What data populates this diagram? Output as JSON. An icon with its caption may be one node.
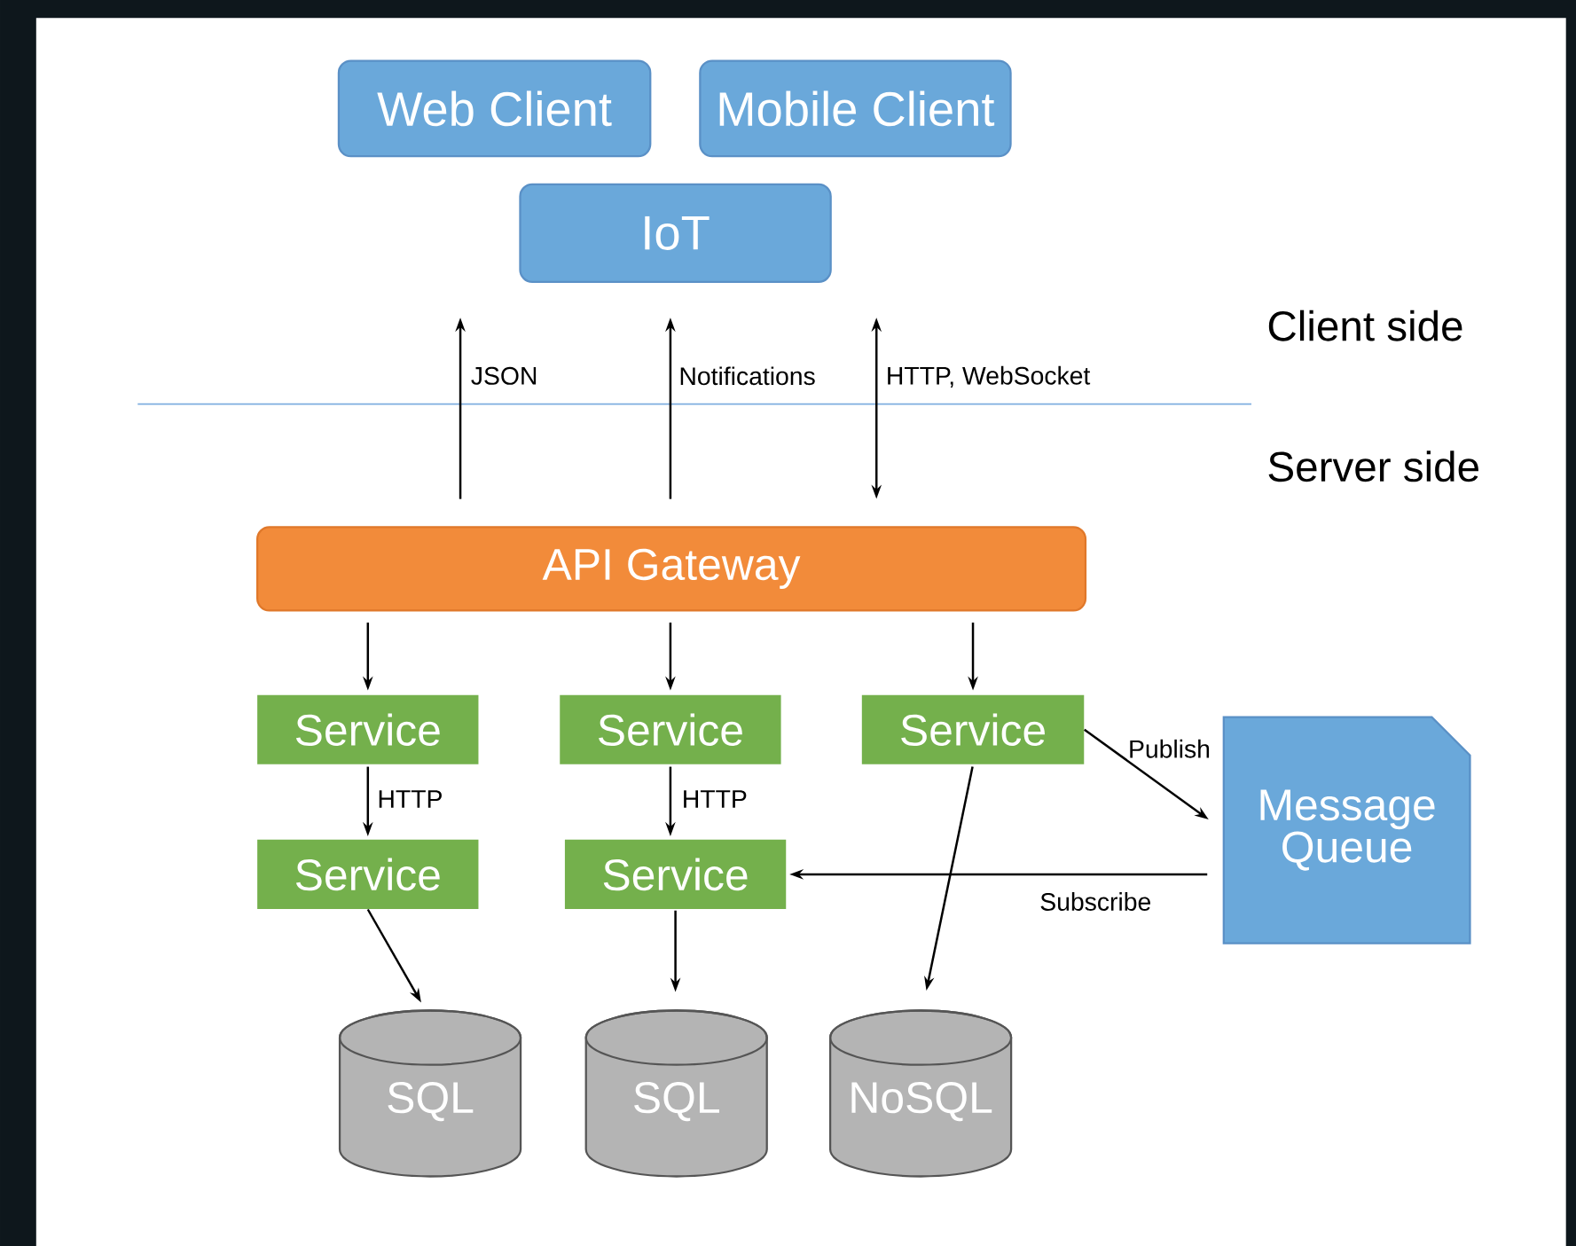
{
  "diagram": {
    "nodes": [
      {
        "text": [
          "Web Client"
        ]
      },
      {
        "text": [
          "Mobile Client"
        ]
      },
      {
        "text": [
          "IoT"
        ]
      },
      {
        "text": [
          "API Gateway"
        ]
      },
      {
        "text": [
          "Service"
        ]
      },
      {
        "text": [
          "Service"
        ]
      },
      {
        "text": [
          "Service"
        ]
      },
      {
        "text": [
          "Service"
        ]
      },
      {
        "text": [
          "Service"
        ]
      },
      {
        "text": [
          "Message Queue"
        ]
      },
      {
        "text": [
          "SQL"
        ]
      },
      {
        "text": [
          "SQL"
        ]
      },
      {
        "text": [
          "NoSQL"
        ]
      }
    ],
    "edges": [
      {
        "from": 3,
        "to": null,
        "arrow": "to",
        "label": "JSON"
      },
      {
        "from": 3,
        "to": null,
        "arrow": "to",
        "label": "Notifications"
      },
      {
        "from": 3,
        "to": null,
        "arrow": "both",
        "label": "HTTP, WebSocket"
      },
      {
        "from": 3,
        "to": 4,
        "arrow": "to"
      },
      {
        "from": 3,
        "to": 5,
        "arrow": "to"
      },
      {
        "from": 3,
        "to": 6,
        "arrow": "to"
      },
      {
        "from": 4,
        "to": 7,
        "arrow": "to",
        "label": "HTTP"
      },
      {
        "from": 5,
        "to": 8,
        "arrow": "to",
        "label": "HTTP"
      },
      {
        "from": 6,
        "to": 9,
        "arrow": "to",
        "label": "Publish"
      },
      {
        "from": 9,
        "to": 8,
        "arrow": "to",
        "label": "Subscribe"
      },
      {
        "from": 7,
        "to": 10,
        "arrow": "to"
      },
      {
        "from": 8,
        "to": 11,
        "arrow": "to"
      },
      {
        "from": 6,
        "to": 12,
        "arrow": "to"
      }
    ],
    "labels": [
      "Client side",
      "Server side"
    ]
  }
}
